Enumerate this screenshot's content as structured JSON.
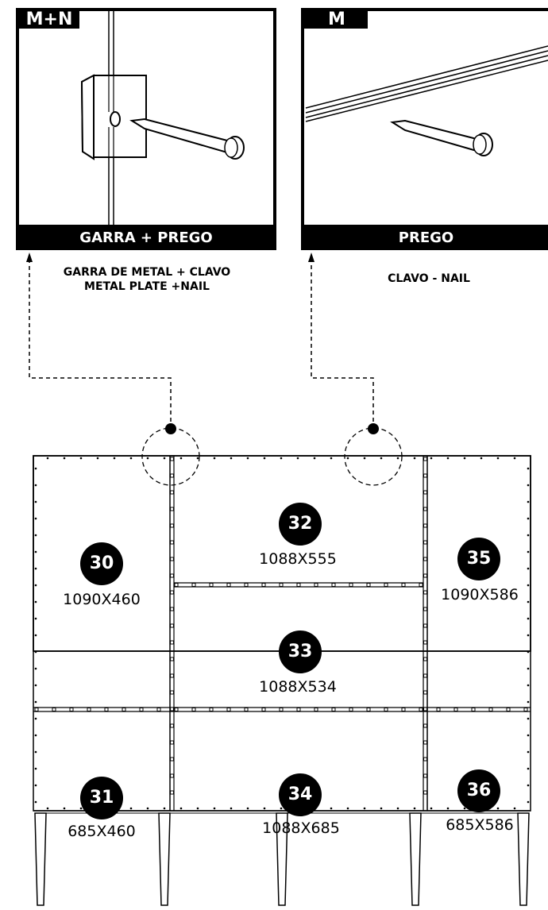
{
  "details": {
    "left": {
      "code": "M+N",
      "footer": "GARRA + PREGO",
      "caption_line1": "GARRA DE METAL  + CLAVO",
      "caption_line2": "METAL PLATE +NAIL"
    },
    "right": {
      "code": "M",
      "footer": "PREGO",
      "caption_line1": "CLAVO - NAIL"
    }
  },
  "panels": [
    {
      "number": "30",
      "size": "1090X460"
    },
    {
      "number": "31",
      "size": "685X460"
    },
    {
      "number": "32",
      "size": "1088X555"
    },
    {
      "number": "33",
      "size": "1088X534"
    },
    {
      "number": "34",
      "size": "1088X685"
    },
    {
      "number": "35",
      "size": "1090X586"
    },
    {
      "number": "36",
      "size": "685X586"
    }
  ]
}
